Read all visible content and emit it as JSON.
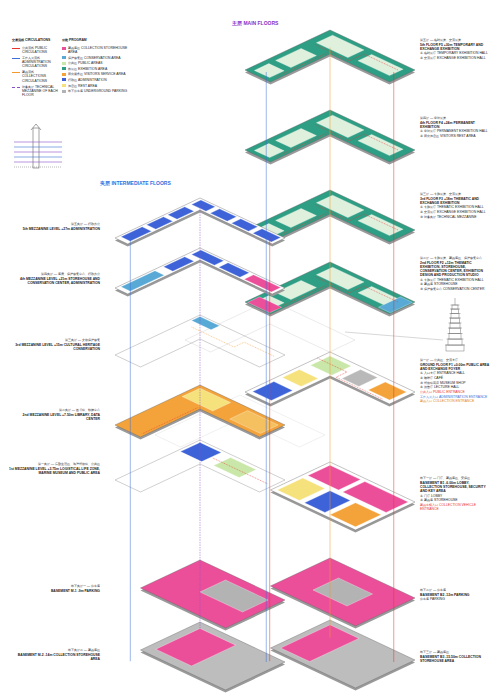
{
  "diagram": {
    "labels": [
      "交通流线 CIRCULATIONS",
      "功能 PROGRAM",
      "主层 MAIN FLOORS",
      "夹层 INTERMEDIATE FLOORS",
      "第五层 — 临时展览、交流展览",
      "5th FLOOR F5 +30m TEMPORARY AND EXCHANGE EXHIBITION",
      "① 临时展厅 TEMPORARY EXHIBITION HALL",
      "② 交流展厅 EXCHANGE EXHIBITION HALL",
      "第四层 — 常设展览",
      "4th FLOOR F4 +24m PERMANENT EXHIBITION",
      "① 常设展厅 PERMANENT EXHIBITION HALL",
      "② 观众休息区 VISITORS REST AREA",
      "第三层 — 专题展览、交流展览",
      "3rd FLOOR F3 +18m THEMATIC AND EXCHANGE EXHIBITION",
      "① 专题展厅 THEMATIC EXHIBITION HALL",
      "② 交流展厅 EXCHANGE EXHIBITION HALL",
      "③ 设备夹层 TECHNICAL MEZZANINE",
      "第二层 — 专题展览、藏品库区、保护修复中心",
      "2nd FLOOR F2 +12m THEMATIC EXHIBITION, STOREHOUSE, CONSERVATION CENTER, EXHIBITION DESIGN AND PRODUCTION STUDIO",
      "① 专题展厅 THEMATIC EXHIBITION HALL",
      "② 藏品库 STOREHOUSE",
      "③ 保护修复中心 CONSERVATION CENTER",
      "第一层 — 公共区、交流大厅",
      "GROUND FLOOR F1 +0.00m PUBLIC AREA AND EXCHANGE FOYER",
      "① 入口大厅 ENTRANCE HALL",
      "② 咖啡厅 CAFÉ",
      "③ 博物馆商店 MUSEUM SHOP",
      "④ 报告厅 LECTURE HALL",
      "公共入口 PUBLIC ENTRANCE",
      "工作人员入口 ADMINISTRATION ENTRANCE",
      "藏品入口 COLLECTION ENTRANCE",
      "地下一层 — 门厅、藏品库区、安保区",
      "BASEMENT B1 -6.00m LOBBY, COLLECTION STOREHOUSE, SECURITY AND KEY AREA",
      "① 门厅 LOBBY",
      "② 藏品库 STOREHOUSE",
      "藏品车辆入口 COLLECTION VEHICLE ENTRANCE",
      "地下二层 — 停车库",
      "BASEMENT B2 -12m PARKING",
      "停车库 PARKING",
      "地下三层 — 藏品库区",
      "BASEMENT B3 -15.50m COLLECTION STOREHOUSE AREA",
      "第五夹层 — 行政办公",
      "5th MEZZANINE LEVEL +27m ADMINISTRATION",
      "第四夹层 — 库房、保护修复中心、行政办公",
      "4th MEZZANINE LEVEL +21m STOREHOUSE AND CONSERVATION CENTER, ADMINISTRATION",
      "第三夹层 — 文物保护修复",
      "3rd MEZZANINE LEVEL +15m CULTURAL HERITAGE CONSERVATION",
      "第二夹层 — 图书馆、数据中心",
      "2nd MEZZANINE LEVEL +7.50m LIBRARY, DATA CENTER",
      "第一夹层 — 后勤生活区、海洋博物馆、公共区",
      "1st MEZZANINE LEVEL +3.75m LOGISTICAL LIFE ZONE, MARINE MUSEUM AND PUBLIC AREA",
      "地下夹层一 — 停车库",
      "BASEMENT M-1 -9m PARKING",
      "地下夹层二 — 藏品库区",
      "BASEMENT M-2 -14m COLLECTION STOREHOUSE AREA"
    ],
    "legend": [
      {
        "text": "公共流线 PUBLIC CIRCULATIONS"
      },
      {
        "text": "工作人员流线 ADMINISTRATION CIRCULATIONS"
      },
      {
        "text": "藏品流线 COLLECTIONS CIRCULATIONS"
      },
      {
        "text": "设备夹层 TECHNICAL MEZZANINE OF EACH FLOOR"
      },
      {
        "text": "藏品库区 COLLECTION STOREHOUSE AREA",
        "color": "#ec4f9a"
      },
      {
        "text": "保护修复区 CONSERVATION AREA",
        "color": "#58a9d6"
      },
      {
        "text": "公共区 PUBLIC AREAS",
        "color": "#c9e7a8"
      },
      {
        "text": "陈展区 EXHIBITION AREA",
        "color": "#2e9e84"
      },
      {
        "text": "观众服务区 VISITORS SERVICE AREA",
        "color": "#f3a33a"
      },
      {
        "text": "行政区 ADMINISTRATION",
        "color": "#3e63d8"
      },
      {
        "text": "休息区 REST AREA",
        "color": "#f5e27d"
      },
      {
        "text": "地下停车库 UNDERGROUND PARKING",
        "color": "#b3b3b3"
      }
    ]
  }
}
